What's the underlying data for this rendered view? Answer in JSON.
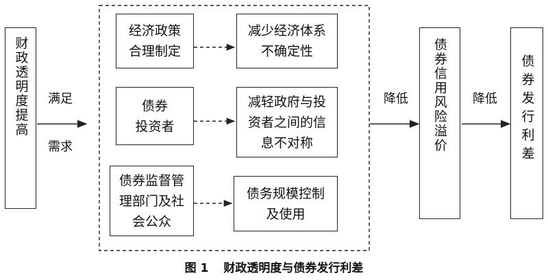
{
  "left_box": "财政透明度提高",
  "satisfy_label": "满足",
  "demand_label": "需求",
  "rows": [
    {
      "left": "经济政策\n合理制定",
      "right": "减少经济体系\n不确定性"
    },
    {
      "left": "债券\n投资者",
      "right": "减轻政府与投\n资者之间的信\n息不对称"
    },
    {
      "left": "债券监督管\n理部门及社\n会公众",
      "right": "债务规模控制\n及使用"
    }
  ],
  "reduce_label_1": "降低",
  "middle_box": "债券信用风险溢价",
  "reduce_label_2": "降低",
  "right_box": "债券发行利差",
  "caption": {
    "figure": "图 1",
    "title": "财政透明度与债券发行利差"
  }
}
